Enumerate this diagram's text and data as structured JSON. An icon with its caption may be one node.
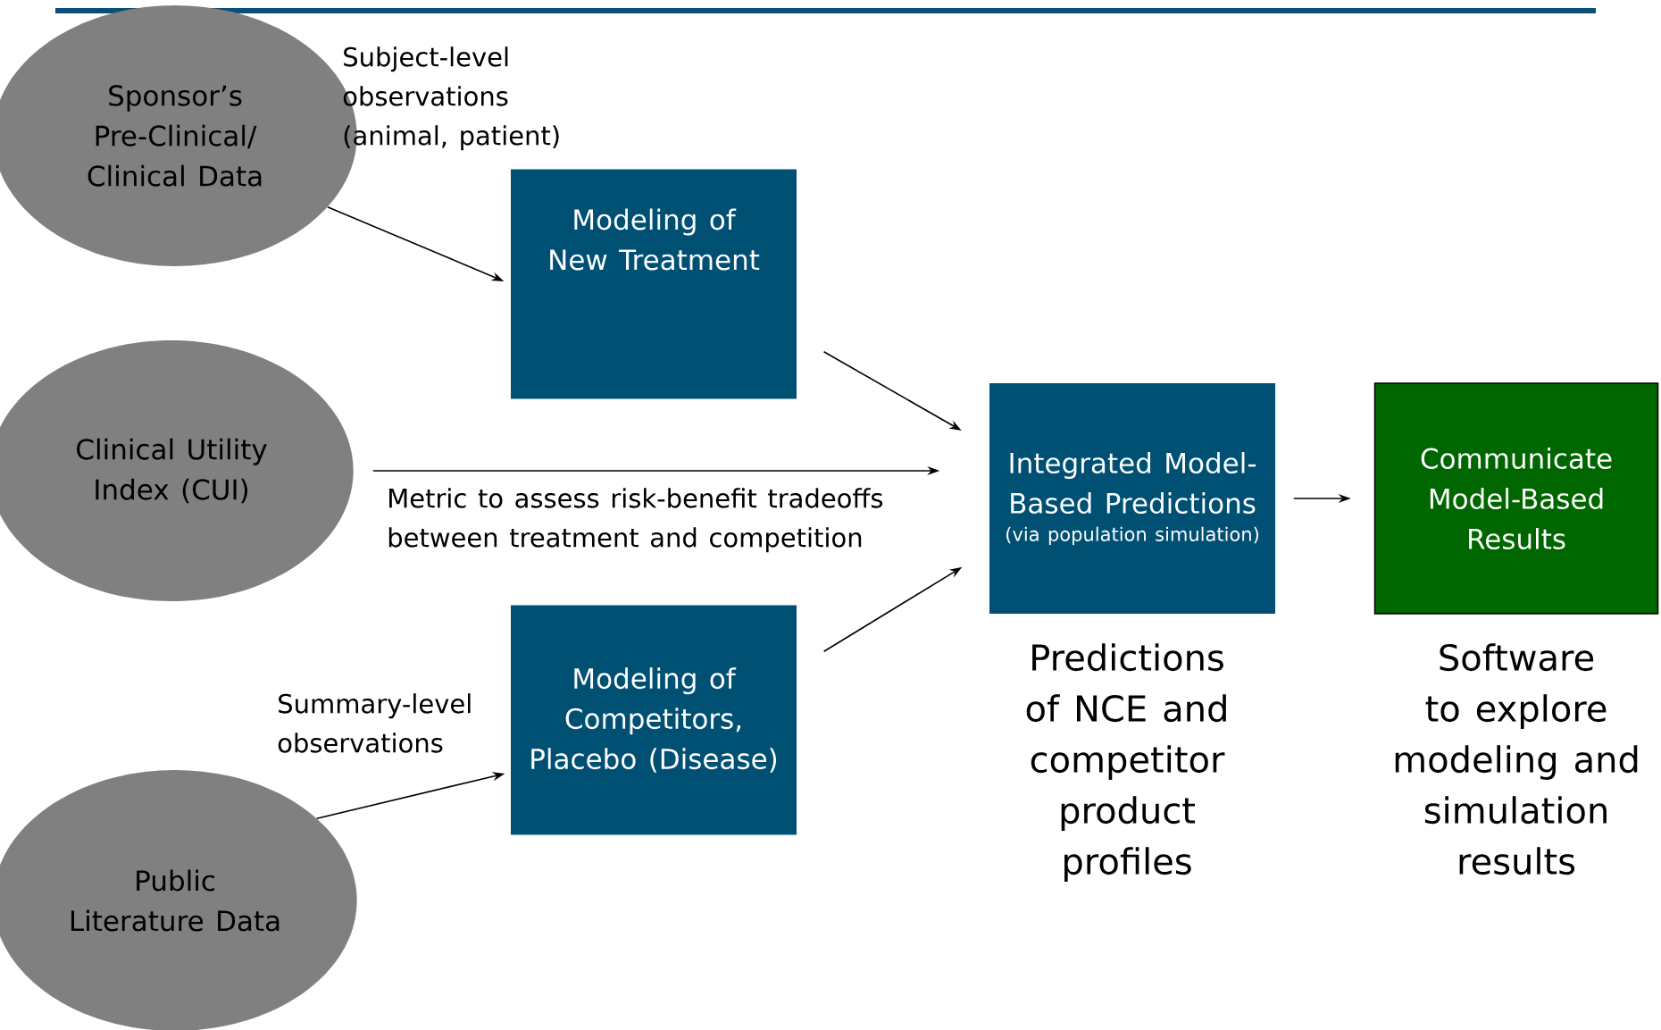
{
  "diagram": {
    "nodes": [
      {
        "text": [
          "Sponsor’s Pre-Clinical/ Clinical Data"
        ]
      },
      {
        "text": [
          "Modeling of New Treatment"
        ]
      },
      {
        "text": [
          "Clinical Utility Index (CUI)"
        ]
      },
      {
        "text": [
          "Integrated Model-Based Predictions",
          "(via population simulation)"
        ],
        "beside": [
          "Predictions of NCE and competitor product profiles"
        ]
      },
      {
        "text": [
          "Communicate Model-Based Results"
        ],
        "beside": [
          "Software to explore modeling and simulation results"
        ]
      },
      {
        "text": [
          "Modeling of Competitors, Placebo (Disease)"
        ]
      },
      {
        "text": [
          "Public Literature Data"
        ]
      }
    ],
    "edges": [
      {
        "from": 0,
        "to": 1,
        "arrow": "to",
        "label": "Subject-level observations (animal, patient)"
      },
      {
        "from": 1,
        "to": 3,
        "arrow": "to"
      },
      {
        "from": 2,
        "to": 3,
        "arrow": "to",
        "label": "Metric to assess risk-benefit tradeoffs between treatment and competition"
      },
      {
        "from": 5,
        "to": 3,
        "arrow": "to"
      },
      {
        "from": 6,
        "to": 5,
        "arrow": "to",
        "label": "Summary-level observations"
      },
      {
        "from": 3,
        "to": 4,
        "arrow": "to"
      }
    ]
  }
}
